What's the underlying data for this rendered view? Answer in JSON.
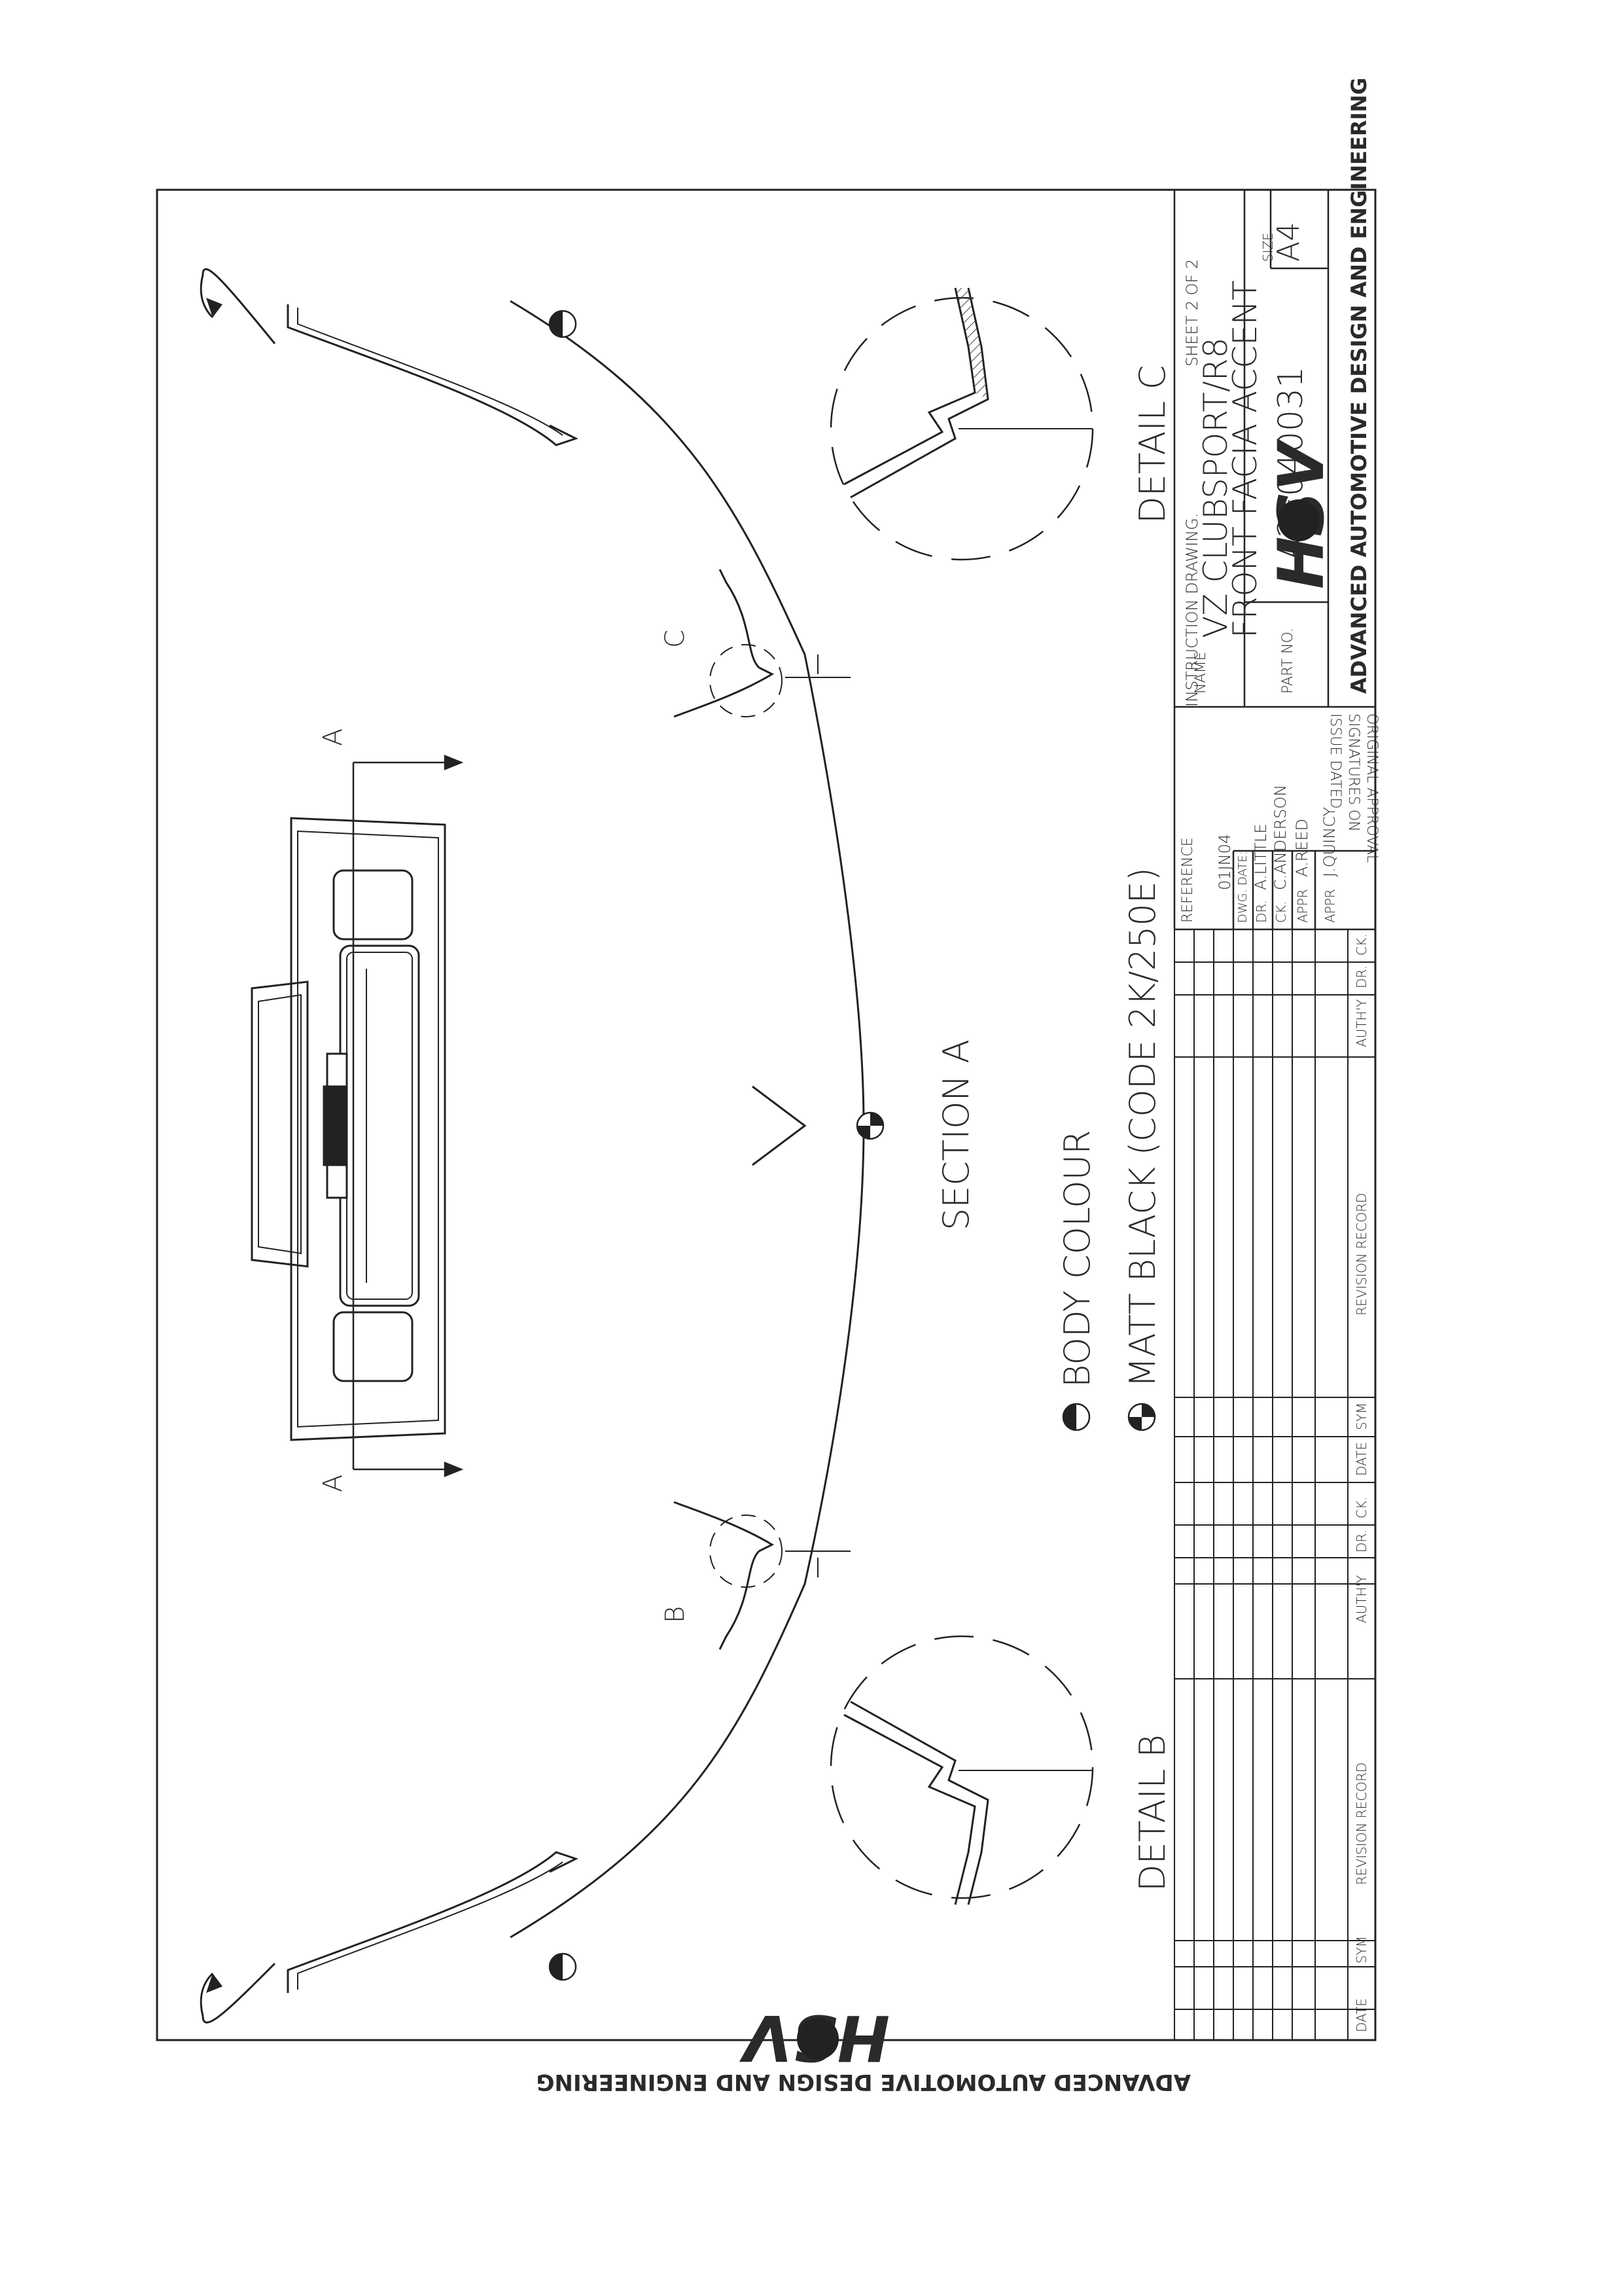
{
  "drawing": {
    "detail_b": "DETAIL B",
    "detail_c": "DETAIL C",
    "section_a": "SECTION A",
    "label_b": "B",
    "label_c": "C",
    "label_a_left": "A",
    "label_a_right": "A",
    "legend": [
      {
        "symbol": "half-filled-circle-icon",
        "text": "BODY COLOUR"
      },
      {
        "symbol": "quartered-circle-icon",
        "text": "MATT BLACK (CODE 2K/250E)"
      }
    ]
  },
  "title_block": {
    "header": "INSTRUCTION DRAWING.",
    "sheet": "SHEET 2 OF 2",
    "name_label": "NAME",
    "title_line1": "VZ CLUBSPORT/R8",
    "title_line2": "FRONT FACIA ACCENT",
    "size_label": "SIZE",
    "size_value": "A4",
    "part_no_label": "PART NO.",
    "part_no": "1A2F040031",
    "reference_label": "REFERENCE",
    "dwg_date_label": "DWG. DATE:",
    "dwg_date": "01JN04",
    "dr_label": "DR.",
    "dr_name": "A.LITTLE",
    "ck_label": "CK.",
    "ck_name": "C.ANDERSON",
    "appr_label_1": "APPR",
    "appr_name_1": "A.REED",
    "appr_label_2": "APPR",
    "appr_name_2": "J.QUINCY",
    "approval_note": [
      "ORIGINAL APPROVAL",
      "SIGNATURES ON",
      "ISSUE DATED"
    ],
    "company": "ADVANCED AUTOMOTIVE DESIGN AND ENGINEERING",
    "logo_text": "HSV"
  },
  "revision_table": {
    "headers_right": [
      "AUTH'Y",
      "DR.",
      "CK."
    ],
    "record_label_right": "REVISION RECORD",
    "headers_mid": [
      "SYM",
      "DATE",
      "CK.",
      "DR.",
      "AUTH'Y"
    ],
    "record_label_left": "REVISION RECORD",
    "headers_left": [
      "SYM",
      "DATE"
    ]
  },
  "bottom_brand": {
    "company": "ADVANCED AUTOMOTIVE DESIGN AND ENGINEERING",
    "logo_text": "HSV"
  }
}
